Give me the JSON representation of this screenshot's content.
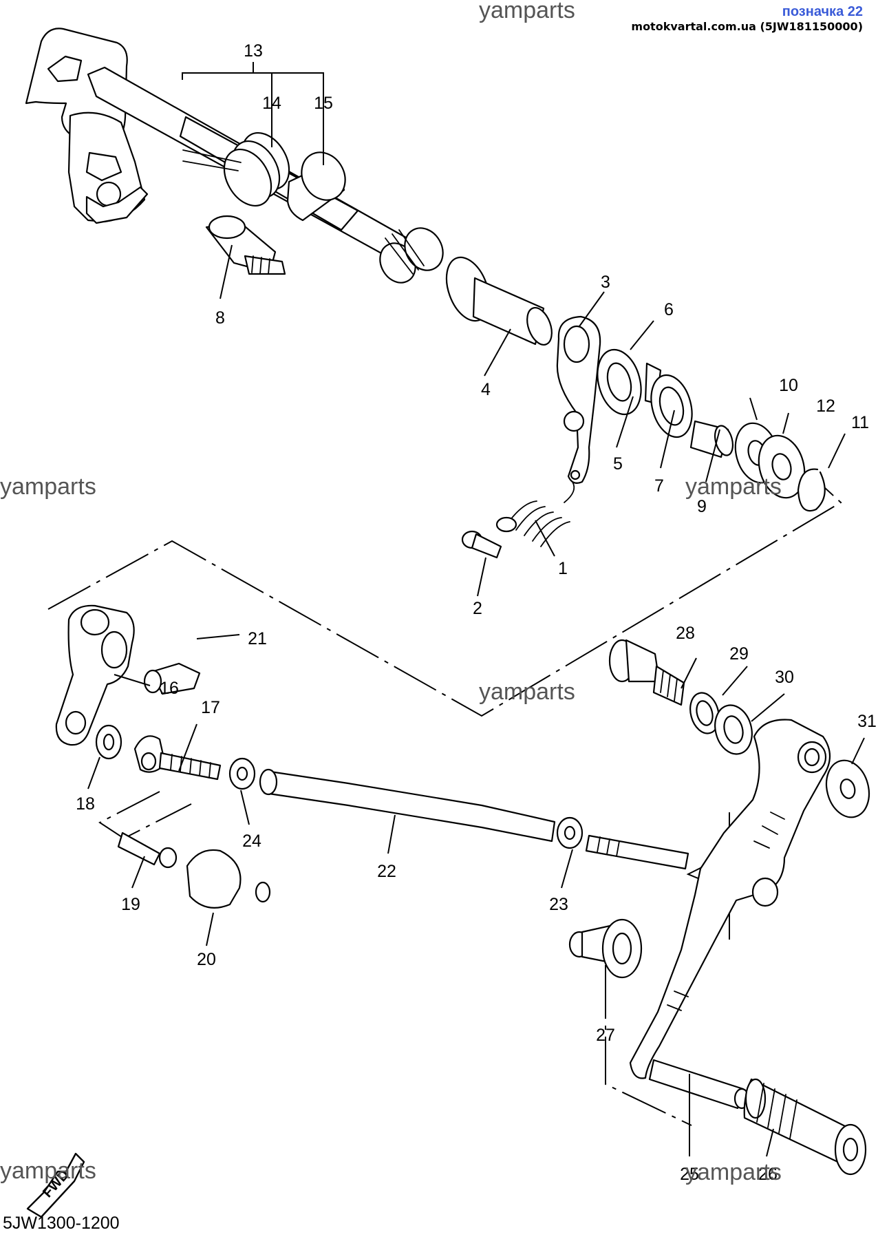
{
  "badge": {
    "title": "позначка 22",
    "source": "motokvartal.com.ua (5JW181150000)"
  },
  "watermarks": [
    "yamparts",
    "yamparts",
    "yamparts",
    "yamparts",
    "yamparts",
    "yamparts"
  ],
  "diagram_code": "5JW1300-1200",
  "fwd_label": "FWD",
  "callouts": [
    "13",
    "14",
    "15",
    "8",
    "3",
    "6",
    "4",
    "10",
    "12",
    "11",
    "5",
    "7",
    "9",
    "1",
    "2",
    "21",
    "16",
    "17",
    "28",
    "29",
    "30",
    "31",
    "18",
    "24",
    "22",
    "19",
    "23",
    "20",
    "27",
    "25",
    "26"
  ]
}
